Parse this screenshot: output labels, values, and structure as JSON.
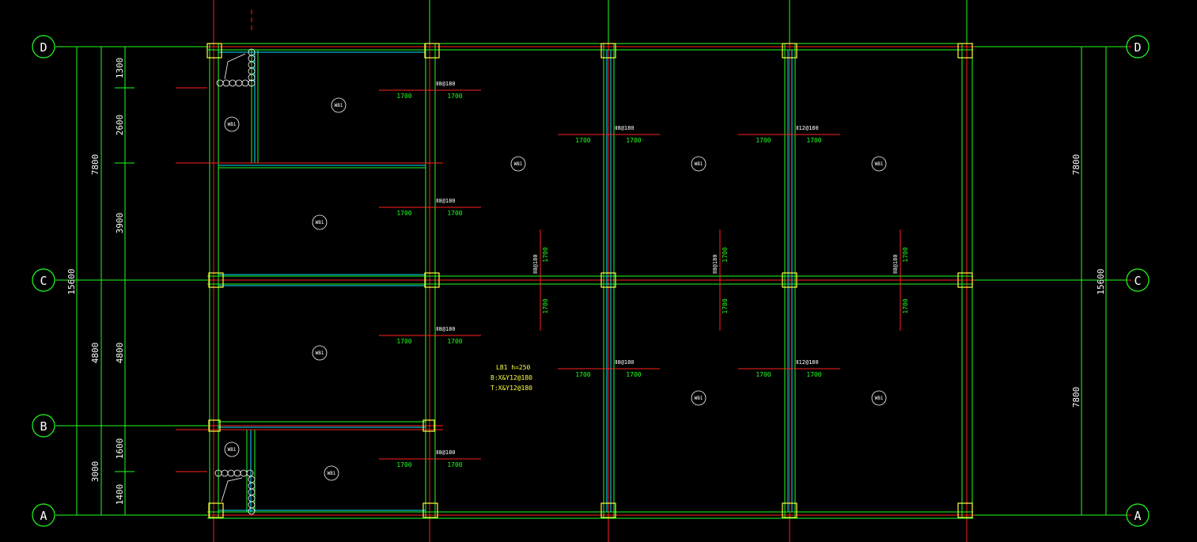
{
  "colors": {
    "background": "#000000",
    "axis": "#ff2020",
    "green": "#20ff20",
    "cyan": "#00e5ff",
    "yellow": "#ffff40",
    "white": "#ffffff",
    "dim_text": "#ffffff",
    "rebar_length": "#20ff20"
  },
  "axes": {
    "grid": [
      "A",
      "B",
      "C",
      "D"
    ]
  },
  "dimensions": {
    "left_outer": [
      "7800",
      "15600",
      "3000"
    ],
    "left_inner": [
      "1300",
      "2600",
      "3900",
      "4800",
      "1600",
      "1400"
    ],
    "left_inner_low": "4800",
    "right": [
      "7800",
      "15600",
      "7800"
    ]
  },
  "slabs": {
    "label": "WB1"
  },
  "rebar": {
    "label_x8": "Ⅱ8@180",
    "label_x12": "Ⅱ12@180",
    "length": "1700"
  },
  "note": {
    "line1": "LB1 h=250",
    "line2": "B:X&Y12@180",
    "line3": "T:X&Y12@180"
  }
}
